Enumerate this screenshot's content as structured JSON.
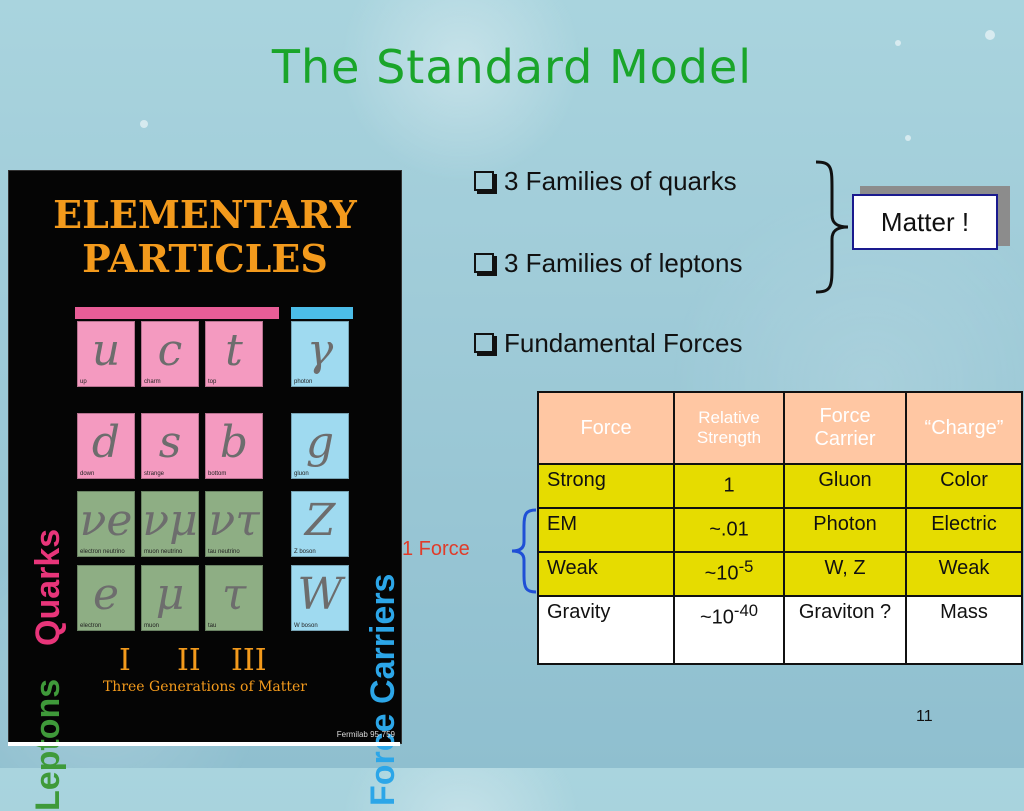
{
  "slide": {
    "title": "The Standard Model",
    "page_number": "11"
  },
  "poster": {
    "title_line1": "ELEMENTARY",
    "title_line2": "PARTICLES",
    "quarks_label": "Quarks",
    "leptons_label": "Leptons",
    "force_carriers_label": "Force Carriers",
    "quarks": [
      {
        "symbol": "u",
        "name": "up"
      },
      {
        "symbol": "c",
        "name": "charm"
      },
      {
        "symbol": "t",
        "name": "top"
      },
      {
        "symbol": "d",
        "name": "down"
      },
      {
        "symbol": "s",
        "name": "strange"
      },
      {
        "symbol": "b",
        "name": "bottom"
      }
    ],
    "leptons": [
      {
        "symbol": "νe",
        "name": "electron neutrino"
      },
      {
        "symbol": "νμ",
        "name": "muon neutrino"
      },
      {
        "symbol": "ντ",
        "name": "tau neutrino"
      },
      {
        "symbol": "e",
        "name": "electron"
      },
      {
        "symbol": "μ",
        "name": "muon"
      },
      {
        "symbol": "τ",
        "name": "tau"
      }
    ],
    "carriers": [
      {
        "symbol": "γ",
        "name": "photon"
      },
      {
        "symbol": "g",
        "name": "gluon"
      },
      {
        "symbol": "Z",
        "name": "Z boson"
      },
      {
        "symbol": "W",
        "name": "W boson"
      }
    ],
    "generations": [
      "I",
      "II",
      "III"
    ],
    "generations_caption": "Three Generations of Matter",
    "credit": "Fermilab 95-759"
  },
  "bullets": {
    "quarks": "3 Families of quarks",
    "leptons": "3 Families of leptons",
    "forces": "Fundamental Forces"
  },
  "matter_label": "Matter !",
  "force_note": "1 Force",
  "table": {
    "headers": [
      "Force",
      "Relative Strength",
      "Force Carrier",
      "“Charge”"
    ],
    "rows": [
      {
        "force": "Strong",
        "strength": "1",
        "strength_exp": "",
        "carrier": "Gluon",
        "charge": "Color"
      },
      {
        "force": "EM",
        "strength": "~.01",
        "strength_exp": "",
        "carrier": "Photon",
        "charge": "Electric"
      },
      {
        "force": "Weak",
        "strength": "~10",
        "strength_exp": "-5",
        "carrier": "W, Z",
        "charge": "Weak"
      },
      {
        "force": "Gravity",
        "strength": "~10",
        "strength_exp": "-40",
        "carrier": "Graviton ?",
        "charge": "Mass"
      }
    ]
  }
}
